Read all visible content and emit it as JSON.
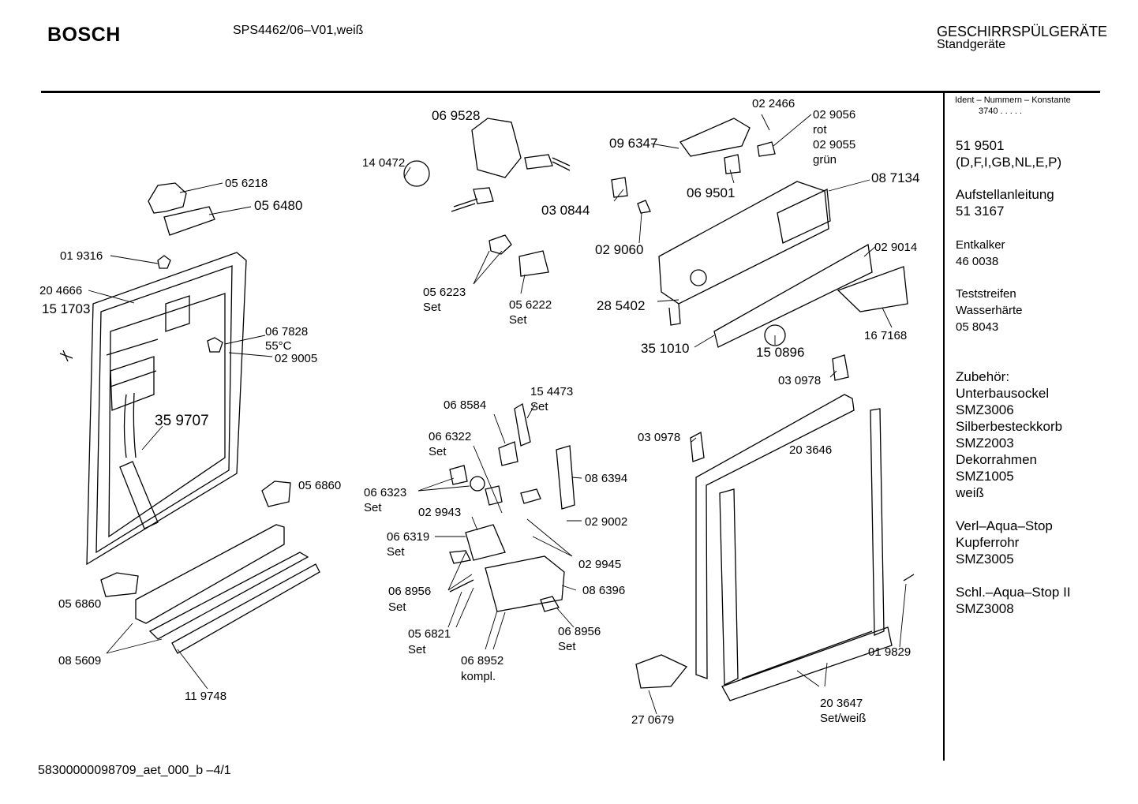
{
  "header": {
    "brand": "BOSCH",
    "model": "SPS4462/06–V01,weiß",
    "category": "GESCHIRRSPÜLGERÄTE",
    "subcategory": "Standgeräte"
  },
  "footer": {
    "doc_id": "58300000098709_aet_000_b   –4/1"
  },
  "sidebar": {
    "ident_label": "Ident – Nummern – Konstante",
    "ident_value": "3740  .  .   .  .  .",
    "blocks": [
      {
        "lines": [
          "51 9501",
          "(D,F,I,GB,NL,E,P)"
        ]
      },
      {
        "lines": [
          "Aufstellanleitung",
          "51 3167"
        ]
      },
      {
        "lines": [
          "Entkalker",
          "46 0038"
        ]
      },
      {
        "lines": [
          "Teststreifen",
          "Wasserhärte",
          "05 8043"
        ]
      },
      {
        "lines": [
          "Zubehör:",
          "Unterbausockel",
          "SMZ3006",
          "Silberbesteckkorb",
          "SMZ2003",
          "Dekorrahmen",
          "SMZ1005",
          "weiß"
        ]
      },
      {
        "lines": [
          "Verl–Aqua–Stop",
          "Kupferrohr",
          "SMZ3005"
        ]
      },
      {
        "lines": [
          "Schl.–Aqua–Stop II",
          "SMZ3008"
        ]
      }
    ]
  },
  "part_labels": [
    "05 6218",
    "05 6480",
    "01 9316",
    "20 4666",
    "15 1703",
    "06 7828",
    "55°C",
    "02 9005",
    "35 9707",
    "05 6860",
    "05 6860",
    "08 5609",
    "11 9748",
    "06 9528",
    "14 0472",
    "05 6223",
    "Set",
    "05 6222",
    "Set",
    "02 2466",
    "09 6347",
    "02 9056",
    "rot",
    "02 9055",
    "grün",
    "06 9501",
    "08 7134",
    "03 0844",
    "02 9060",
    "02 9014",
    "28 5402",
    "35 1010",
    "15 0896",
    "16 7168",
    "03 0978",
    "03 0978",
    "20 3646",
    "06 8584",
    "15 4473",
    "Set",
    "06 6322",
    "Set",
    "08 6394",
    "06 6323",
    "Set",
    "02 9943",
    "02 9002",
    "06 6319",
    "Set",
    "02 9945",
    "06 8956",
    "Set",
    "08 6396",
    "05 6821",
    "Set",
    "06 8952",
    "kompl.",
    "06 8956",
    "Set",
    "01 9829",
    "27 0679",
    "20 3647",
    "Set/weiß"
  ]
}
